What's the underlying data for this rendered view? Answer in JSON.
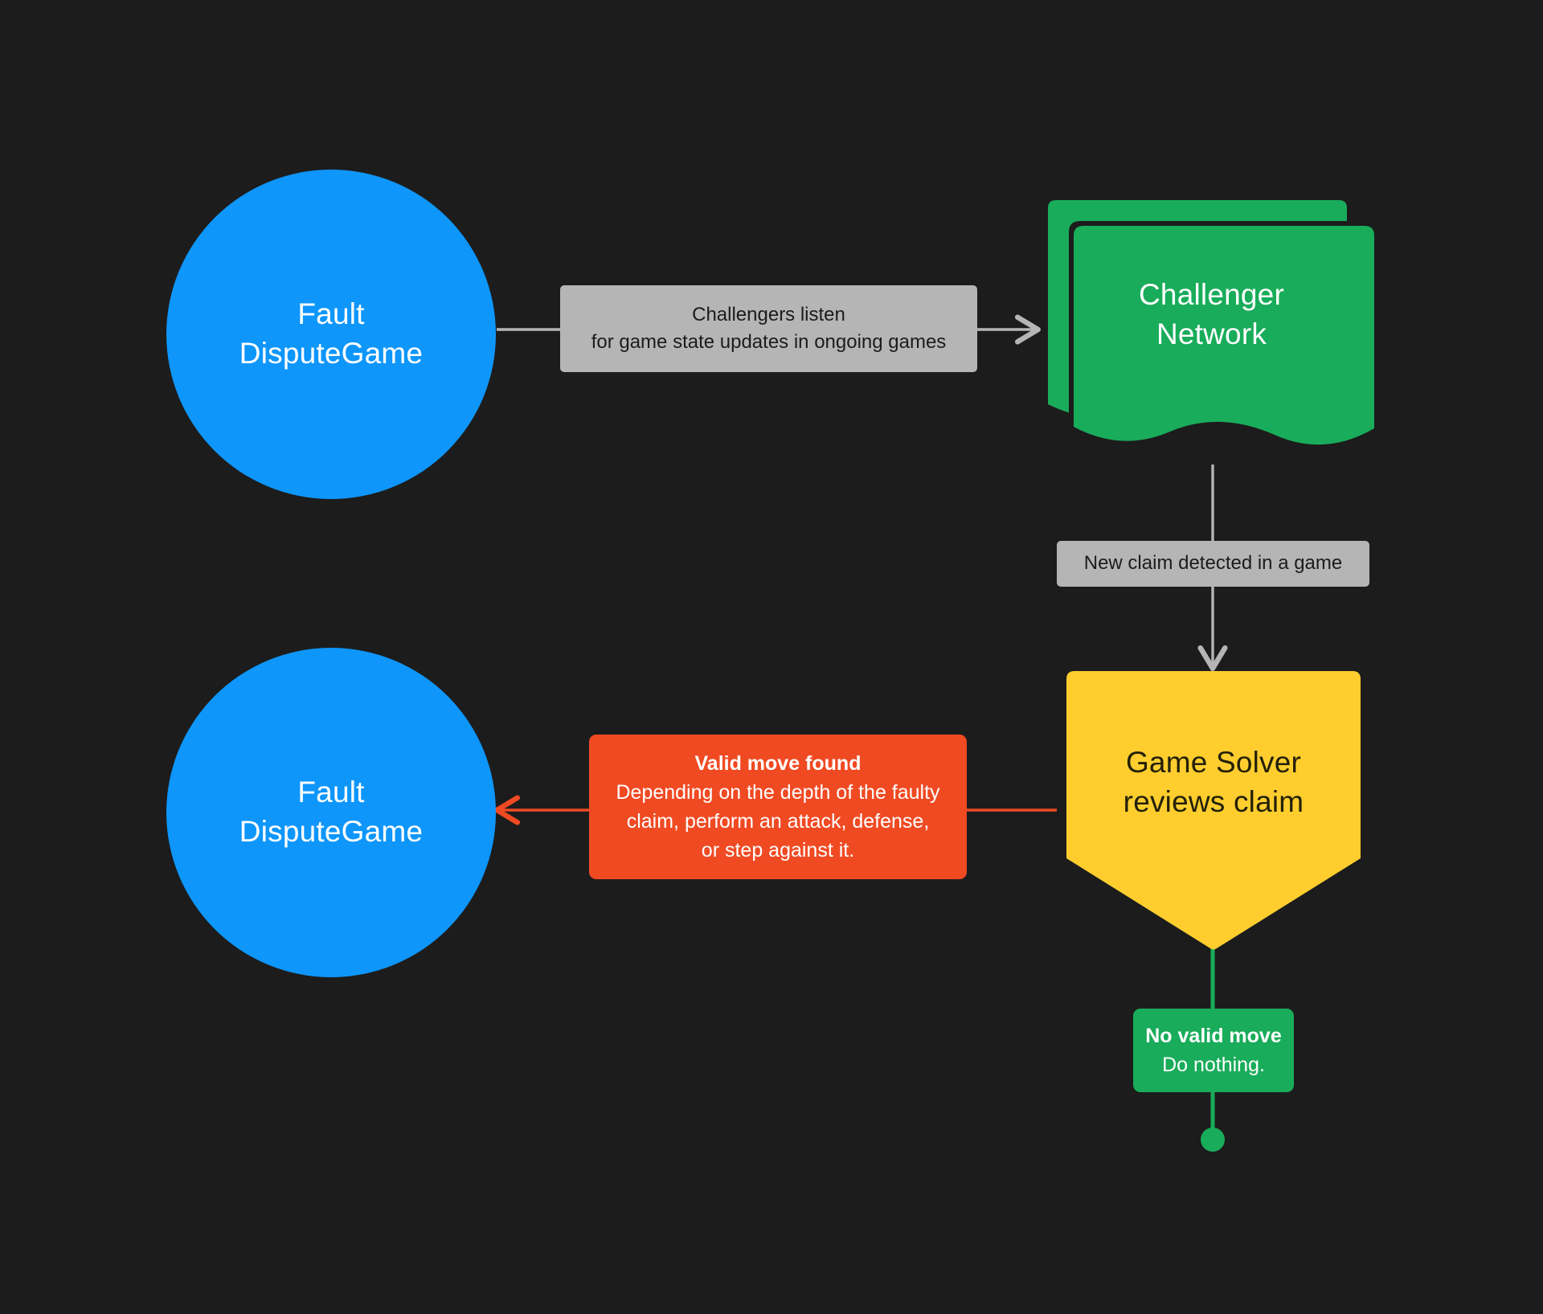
{
  "diagram": {
    "title": "Fault Dispute Game challenger flow",
    "background_color": "#1c1c1c",
    "palette": {
      "blue": "#0e96fb",
      "green": "#19ac5a",
      "yellow": "#ffce2e",
      "red": "#f04a23",
      "gray_label": "#b5b5b5",
      "edge_gray": "#b5b5b5",
      "text_light": "#ffffff",
      "text_dark": "#1c1c1c"
    }
  },
  "nodes": {
    "fault_dispute_game_top": {
      "shape": "circle",
      "color": "#0e96fb",
      "line1": "Fault",
      "line2": "DisputeGame"
    },
    "challenger_network": {
      "shape": "multiple-documents",
      "color": "#19ac5a",
      "line1": "Challenger",
      "line2": "Network"
    },
    "game_solver": {
      "shape": "pentagon-down",
      "color": "#ffce2e",
      "line1": "Game Solver",
      "line2": "reviews claim"
    },
    "fault_dispute_game_bottom": {
      "shape": "circle",
      "color": "#0e96fb",
      "line1": "Fault",
      "line2": "DisputeGame"
    }
  },
  "edges": {
    "listen": {
      "from": "fault_dispute_game_top",
      "to": "challenger_network",
      "style": "gray-arrow",
      "label_line1": "Challengers listen",
      "label_line2": "for game state updates in ongoing games"
    },
    "new_claim": {
      "from": "challenger_network",
      "to": "game_solver",
      "style": "gray-arrow",
      "label_line1": "New claim detected in a game"
    },
    "valid_move": {
      "from": "game_solver",
      "to": "fault_dispute_game_bottom",
      "style": "red-arrow",
      "label_title": "Valid move found",
      "label_line1": "Depending on the depth of the faulty",
      "label_line2": "claim, perform an attack, defense,",
      "label_line3": "or step against it."
    },
    "no_valid_move": {
      "from": "game_solver",
      "to": "terminator",
      "style": "green-line-dot",
      "label_title": "No valid move",
      "label_line1": "Do nothing."
    }
  }
}
